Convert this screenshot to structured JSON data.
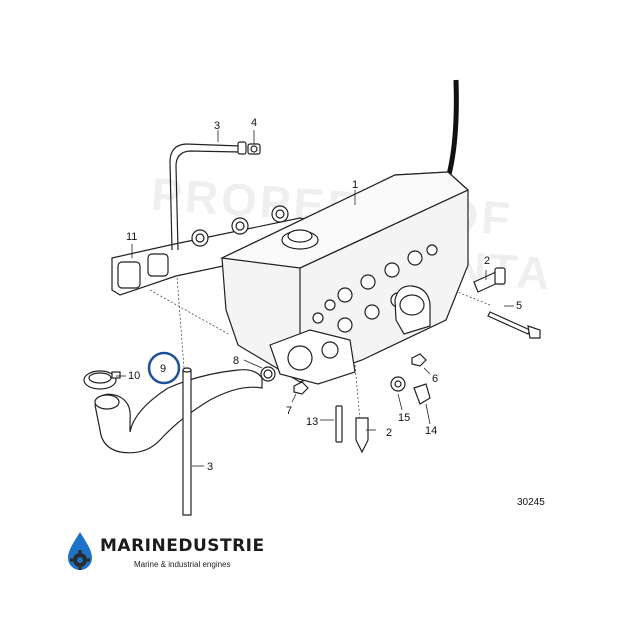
{
  "watermark": {
    "line1": "PROPERTY OF",
    "line2": "VOLVO PENTA"
  },
  "diagram_number": "30245",
  "callouts": {
    "c1": "1",
    "c2a": "2",
    "c2b": "2",
    "c3a": "3",
    "c3b": "3",
    "c4": "4",
    "c5": "5",
    "c6": "6",
    "c7": "7",
    "c8": "8",
    "c9": "9",
    "c10": "10",
    "c11": "11",
    "c13": "13",
    "c14": "14",
    "c15": "15"
  },
  "highlight": {
    "part": "9",
    "color": "#1d4f9c"
  },
  "brand": {
    "name": "MARINEDUSTRIE",
    "tagline": "Marine & industrial engines",
    "icon": "water-drop-gear-icon",
    "colors": {
      "drop": "#1e73c8",
      "gear": "#2b2b2b"
    }
  }
}
